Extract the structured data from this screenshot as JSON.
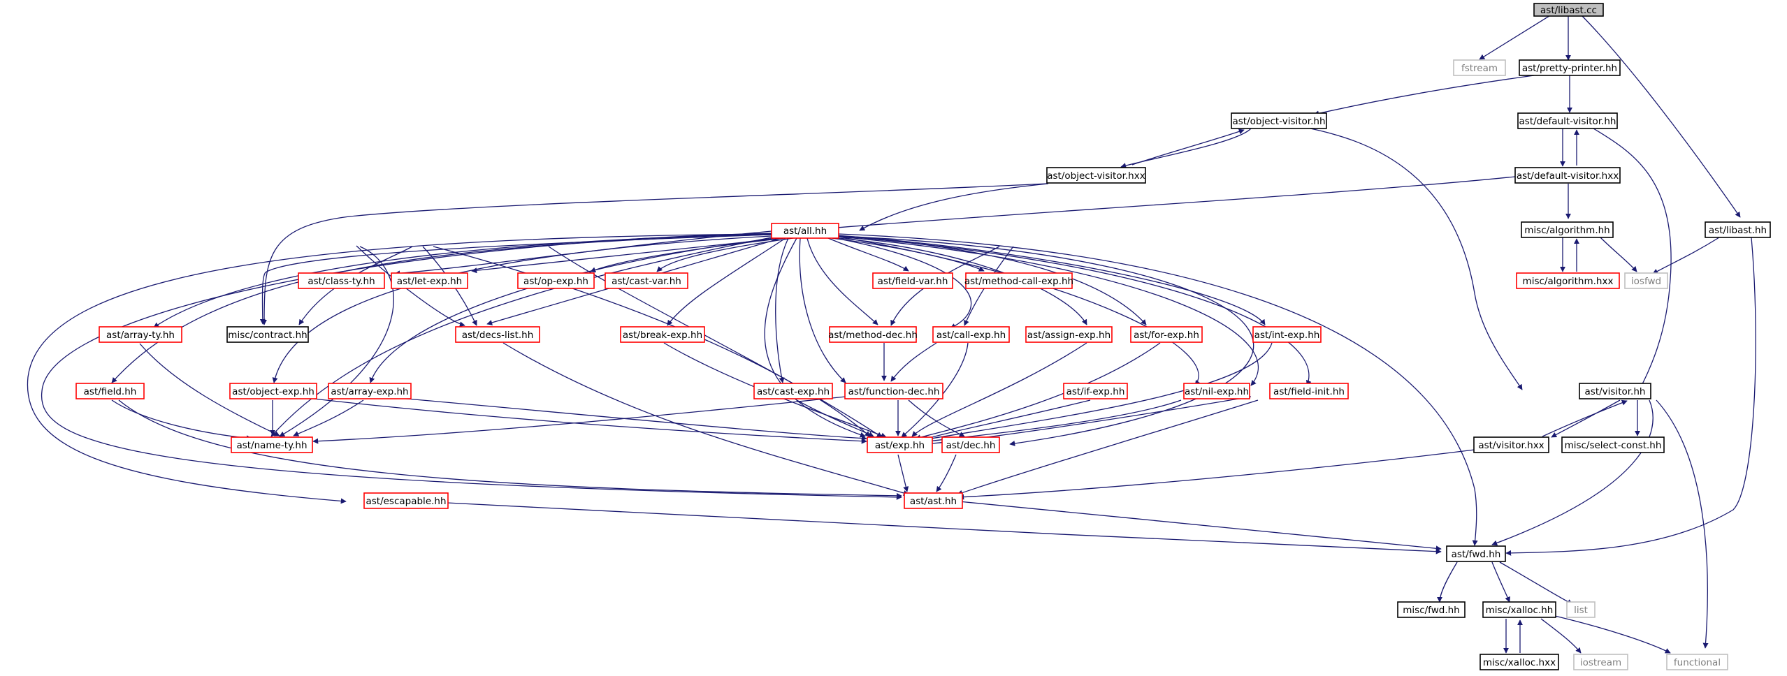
{
  "colors": {
    "edge": "#191970",
    "node_border_default": "#000000",
    "node_border_truncated": "#ff0000",
    "node_border_external": "#bfbfbf",
    "root_fill": "#bfbfbf"
  },
  "nodes": {
    "root": "ast/libast.cc",
    "fstream": "fstream",
    "pretty_printer": "ast/pretty-printer.hh",
    "object_visitor_hh": "ast/object-visitor.hh",
    "default_visitor_hh": "ast/default-visitor.hh",
    "object_visitor_hxx": "ast/object-visitor.hxx",
    "default_visitor_hxx": "ast/default-visitor.hxx",
    "all_hh": "ast/all.hh",
    "algorithm_hh": "misc/algorithm.hh",
    "libast_hh": "ast/libast.hh",
    "class_ty": "ast/class-ty.hh",
    "let_exp": "ast/let-exp.hh",
    "op_exp": "ast/op-exp.hh",
    "cast_var": "ast/cast-var.hh",
    "field_var": "ast/field-var.hh",
    "method_call_exp": "ast/method-call-exp.hh",
    "algorithm_hxx": "misc/algorithm.hxx",
    "iosfwd": "iosfwd",
    "array_ty": "ast/array-ty.hh",
    "contract": "misc/contract.hh",
    "decs_list": "ast/decs-list.hh",
    "break_exp": "ast/break-exp.hh",
    "method_dec": "ast/method-dec.hh",
    "call_exp": "ast/call-exp.hh",
    "assign_exp": "ast/assign-exp.hh",
    "for_exp": "ast/for-exp.hh",
    "int_exp": "ast/int-exp.hh",
    "field_hh": "ast/field.hh",
    "object_exp": "ast/object-exp.hh",
    "array_exp": "ast/array-exp.hh",
    "cast_exp": "ast/cast-exp.hh",
    "function_dec": "ast/function-dec.hh",
    "if_exp": "ast/if-exp.hh",
    "nil_exp": "ast/nil-exp.hh",
    "field_init": "ast/field-init.hh",
    "visitor_hh": "ast/visitor.hh",
    "name_ty": "ast/name-ty.hh",
    "exp_hh": "ast/exp.hh",
    "dec_hh": "ast/dec.hh",
    "visitor_hxx": "ast/visitor.hxx",
    "select_const": "misc/select-const.hh",
    "escapable": "ast/escapable.hh",
    "ast_hh": "ast/ast.hh",
    "fwd_hh": "ast/fwd.hh",
    "misc_fwd": "misc/fwd.hh",
    "xalloc_hh": "misc/xalloc.hh",
    "list": "list",
    "xalloc_hxx": "misc/xalloc.hxx",
    "iostream": "iostream",
    "functional": "functional"
  }
}
